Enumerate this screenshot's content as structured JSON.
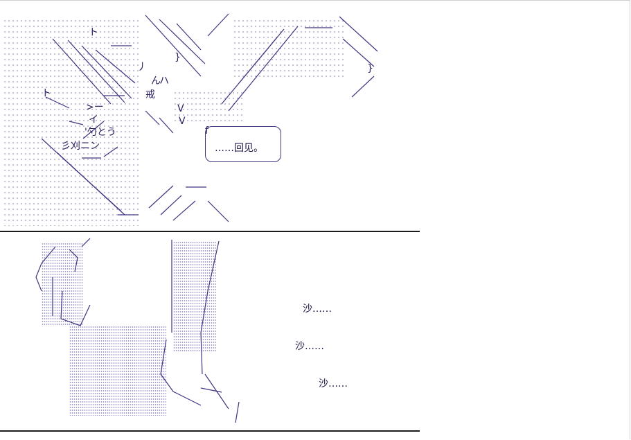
{
  "panel_top": {
    "glyphs": {
      "t1": "ト",
      "t2": "ト",
      "n": "ん",
      "hi": "ハ",
      "ha": "丿",
      "ga": "戒",
      "arrow": ">ー",
      "i": "イ",
      "kutou": "'勺とう",
      "shi": "彡刈ニン",
      "v1": "V",
      "v2": "V",
      "j": "}",
      "j2": "}",
      "f": "f"
    },
    "speech": "……回见。"
  },
  "panel_bottom": {
    "sfx": [
      "沙……",
      "沙……",
      "沙……"
    ]
  }
}
